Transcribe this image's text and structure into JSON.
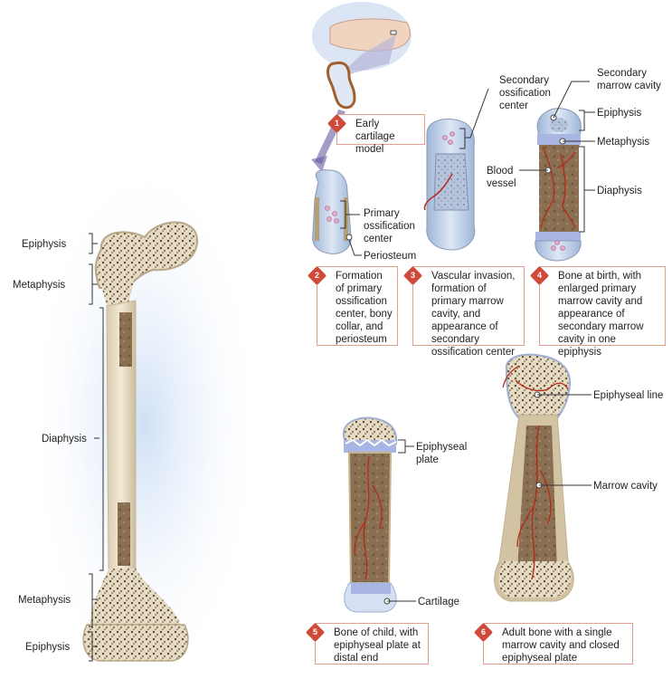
{
  "left_bone": {
    "labels": {
      "epiphysis_top": "Epiphysis",
      "metaphysis_top": "Metaphysis",
      "diaphysis": "Diaphysis",
      "metaphysis_bottom": "Metaphysis",
      "epiphysis_bottom": "Epiphysis"
    }
  },
  "stages": {
    "s1": {
      "num": "1",
      "caption": "Early cartilage model"
    },
    "s2": {
      "num": "2",
      "caption": "Formation of primary ossification center, bony collar, and periosteum",
      "labels": {
        "primary_center": "Primary ossification center",
        "periosteum": "Periosteum"
      }
    },
    "s3": {
      "num": "3",
      "caption": "Vascular invasion, formation of primary marrow cavity, and appearance of secondary ossification center",
      "labels": {
        "secondary_center": "Secondary ossification center"
      }
    },
    "s4": {
      "num": "4",
      "caption": "Bone at birth, with enlarged primary marrow cavity and appearance of secondary marrow cavity in one epiphysis",
      "labels": {
        "secondary_marrow": "Secondary marrow cavity",
        "epiphysis": "Epiphysis",
        "metaphysis": "Metaphysis",
        "diaphysis": "Diaphysis",
        "blood_vessel": "Blood vessel"
      }
    },
    "s5": {
      "num": "5",
      "caption": "Bone of child, with epiphyseal plate at distal end",
      "labels": {
        "epiphyseal_plate": "Epiphyseal plate",
        "cartilage": "Cartilage"
      }
    },
    "s6": {
      "num": "6",
      "caption": "Adult bone with a single marrow cavity and closed epiphyseal plate",
      "labels": {
        "epiphyseal_line": "Epiphyseal line",
        "marrow_cavity": "Marrow cavity"
      }
    }
  }
}
